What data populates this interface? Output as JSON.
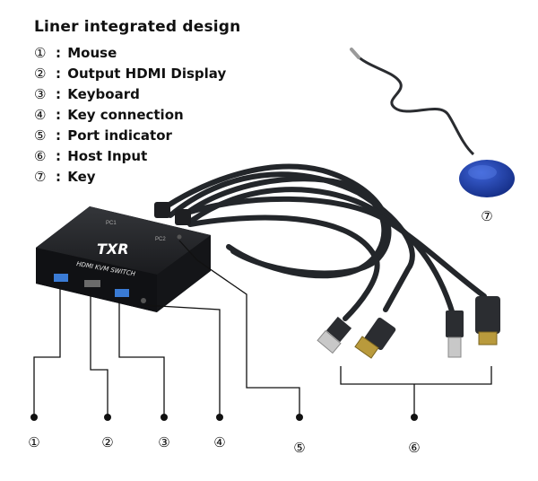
{
  "title": "Liner integrated design",
  "legend": [
    {
      "num": "①",
      "label": "Mouse"
    },
    {
      "num": "②",
      "label": "Output HDMI Display"
    },
    {
      "num": "③",
      "label": "Keyboard"
    },
    {
      "num": "④",
      "label": "Key connection"
    },
    {
      "num": "⑤",
      "label": "Port indicator"
    },
    {
      "num": "⑥",
      "label": "Host Input"
    },
    {
      "num": "⑦",
      "label": "Key"
    }
  ],
  "separator": ":",
  "device": {
    "brand": "TXR",
    "model": "HDMI KVM SWITCH",
    "pc1": "PC1",
    "pc2": "PC2"
  },
  "callouts": [
    "①",
    "②",
    "③",
    "④",
    "⑤",
    "⑥",
    "⑦"
  ],
  "colors": {
    "device_body": "#1c1d20",
    "cable": "#23262a",
    "key_button": "#1f3fa6",
    "usb_port": "#3a7bd5",
    "leader_line": "#111111"
  }
}
